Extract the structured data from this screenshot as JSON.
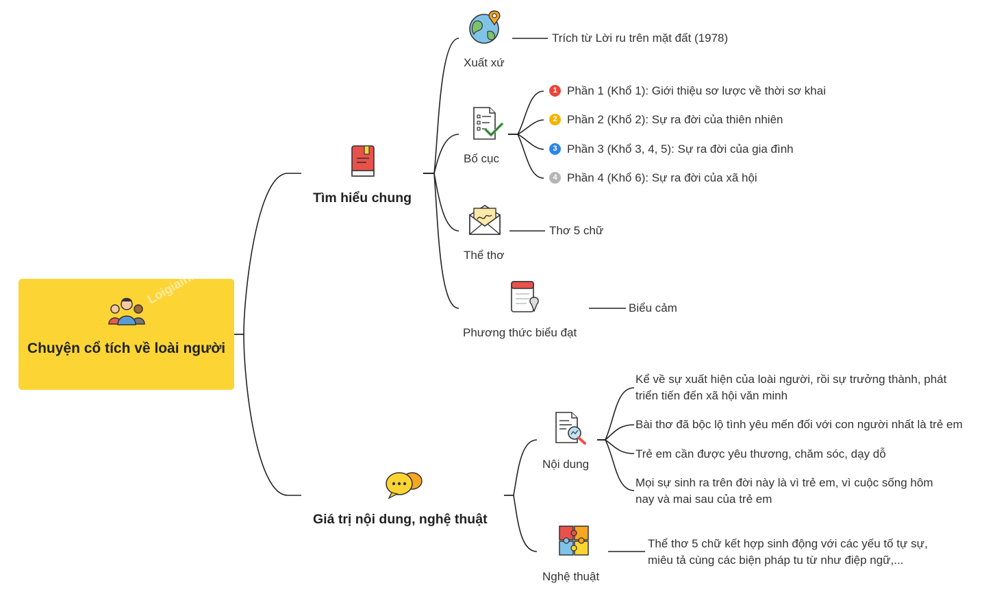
{
  "root": {
    "title": "Chuyện cổ tích về loài người",
    "watermark": "Loigiaihay"
  },
  "branch1": {
    "title": "Tìm hiểu chung",
    "xuat_xu": {
      "label": "Xuất xứ",
      "detail": "Trích từ Lời ru trên mặt đất (1978)"
    },
    "bo_cuc": {
      "label": "Bố cục",
      "parts": [
        {
          "num": "1",
          "color": "#e8453c",
          "text": "Phần 1 (Khổ 1): Giới thiệu sơ lược về thời sơ khai"
        },
        {
          "num": "2",
          "color": "#f5b400",
          "text": "Phần 2 (Khổ 2): Sự ra đời của thiên nhiên"
        },
        {
          "num": "3",
          "color": "#2d87e8",
          "text": "Phần 3 (Khổ 3, 4, 5): Sự ra đời của gia đình"
        },
        {
          "num": "4",
          "color": "#b5b5b5",
          "text": "Phần 4 (Khổ 6): Sự ra đời của xã hội"
        }
      ]
    },
    "the_tho": {
      "label": "Thể thơ",
      "detail": "Thơ 5 chữ"
    },
    "phuong_thuc": {
      "label": "Phương thức biểu đạt",
      "detail": "Biểu cảm"
    }
  },
  "branch2": {
    "title": "Giá trị nội dung, nghệ thuật",
    "noi_dung": {
      "label": "Nội dung",
      "items": [
        "Kể về sự xuất hiện của loài người, rồi sự trưởng thành, phát triển tiến đến xã hội văn minh",
        "Bài thơ đã bộc lộ tình yêu mến đối với con người nhất là trẻ em",
        "Trẻ em cần được yêu thương, chăm sóc, dạy dỗ",
        "Mọi sự sinh ra trên đời này là vì trẻ em, vì cuộc sống hôm nay và mai sau của trẻ em"
      ]
    },
    "nghe_thuat": {
      "label": "Nghệ thuật",
      "detail": "Thể thơ 5 chữ kết hợp sinh động với các yếu tố tự sự, miêu tả cùng các biện pháp tu từ như điệp ngữ,..."
    }
  },
  "colors": {
    "root_fill": "#fcd535",
    "line": "#222222"
  },
  "icons": [
    "people-icon",
    "book-icon",
    "globe-pin-icon",
    "checklist-icon",
    "envelope-icon",
    "notepad-icon",
    "chat-bubbles-icon",
    "document-search-icon",
    "puzzle-icon"
  ]
}
